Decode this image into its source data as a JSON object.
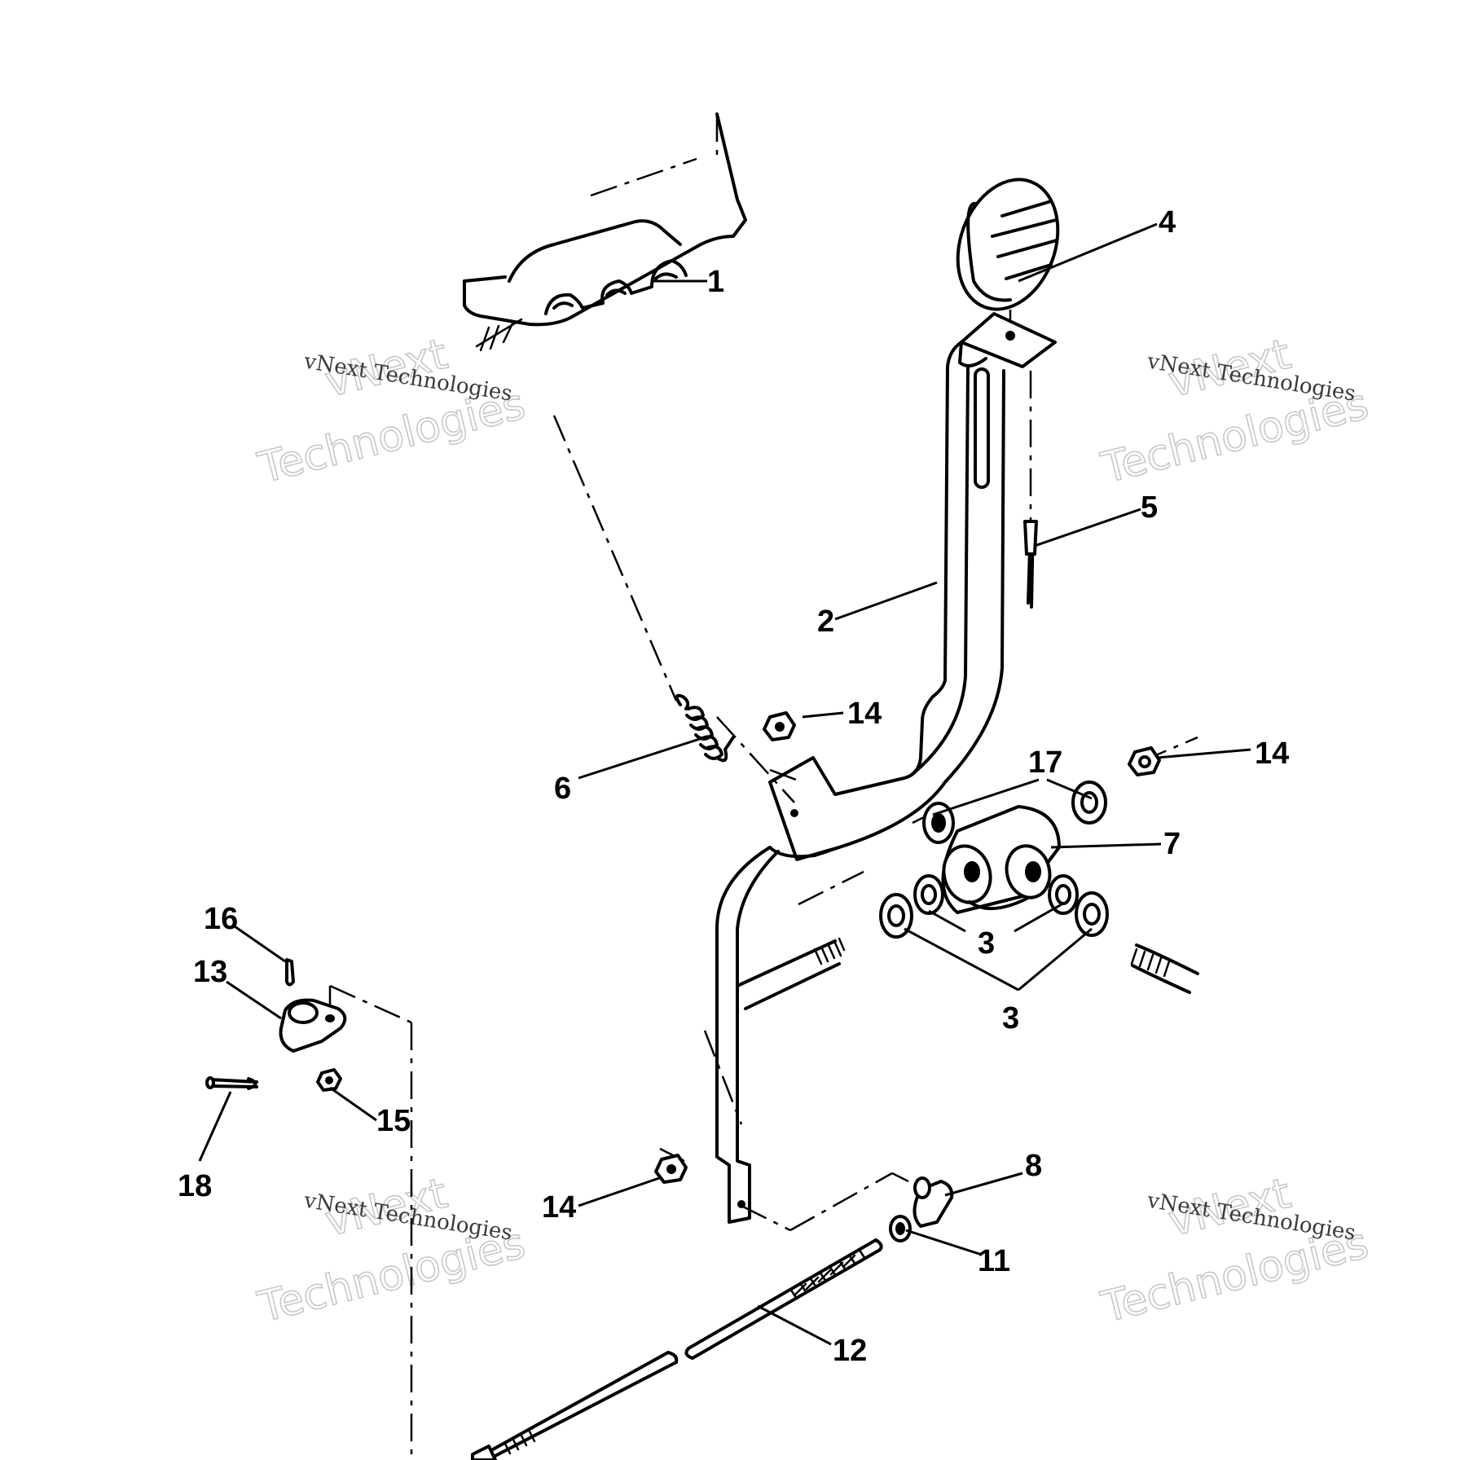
{
  "callouts": {
    "c1": "1",
    "c2": "2",
    "c3a": "3",
    "c3b": "3",
    "c4": "4",
    "c5": "5",
    "c6": "6",
    "c7": "7",
    "c8": "8",
    "c11": "11",
    "c12": "12",
    "c13": "13",
    "c14a": "14",
    "c14b": "14",
    "c14c": "14",
    "c15": "15",
    "c16": "16",
    "c17": "17",
    "c18": "18"
  },
  "watermark": {
    "line_small": "vNext Technologies",
    "line_large_a": "vNext",
    "line_large_b": "Technologies"
  }
}
